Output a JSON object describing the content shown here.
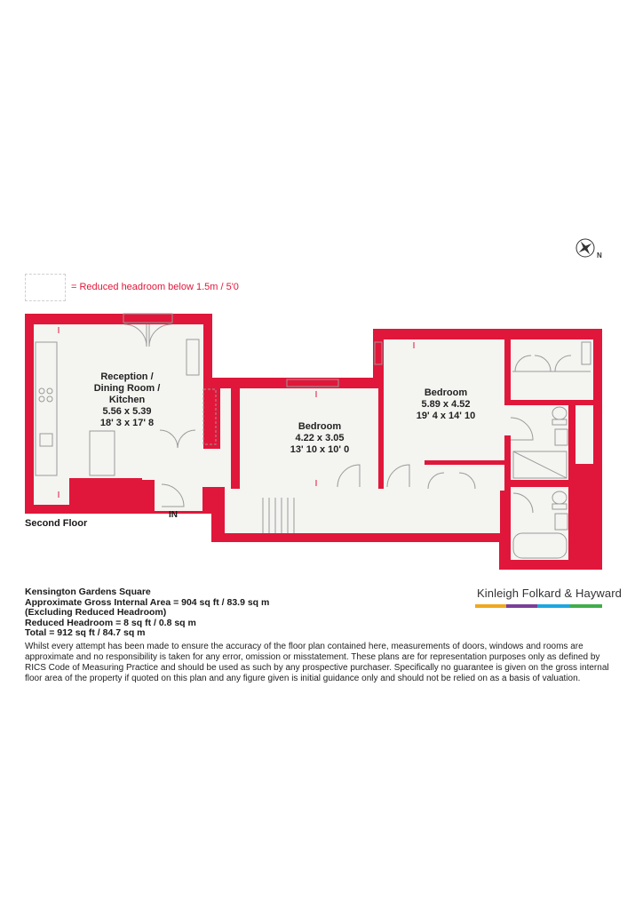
{
  "legend": {
    "text": "= Reduced headroom below 1.5m / 5'0"
  },
  "compass_label": "N",
  "rooms": [
    {
      "lines": [
        "Reception /",
        "Dining Room /",
        "Kitchen",
        "5.56 x 5.39",
        "18' 3 x 17' 8"
      ]
    },
    {
      "lines": [
        "Bedroom",
        "4.22 x 3.05",
        "13' 10 x 10' 0"
      ]
    },
    {
      "lines": [
        "Bedroom",
        "5.89 x 4.52",
        "19' 4 x 14' 10"
      ]
    }
  ],
  "floor_name": "Second Floor",
  "entrance_label": "IN",
  "info": {
    "property": "Kensington Gardens Square",
    "gross_area": "Approximate Gross Internal Area = 904 sq ft / 83.9 sq m",
    "excluding": "(Excluding Reduced Headroom)",
    "reduced": "Reduced Headroom = 8 sq ft / 0.8 sq m",
    "total": "Total = 912 sq ft / 84.7 sq m"
  },
  "disclaimer": "Whilst every attempt has been made to ensure the accuracy of the floor plan contained here, measurements of doors, windows and rooms are approximate and no responsibility is taken for any error, omission or misstatement. These plans are for representation purposes only as defined by RICS Code of Measuring Practice and should be used as such by any prospective purchaser. Specifically no guarantee is given on the gross internal floor area of the property if quoted on this plan and any figure given is initial guidance only and should not be relied on as a basis of valuation.",
  "brand": {
    "name": "Kinleigh Folkard & Hayward",
    "bar_colors": [
      "#f0a81c",
      "#7a3f98",
      "#1ca6df",
      "#3fae49"
    ]
  },
  "colors": {
    "wall": "#e0173a",
    "floor": "#f4f4f1",
    "fixture_line": "#9a9a9a"
  }
}
